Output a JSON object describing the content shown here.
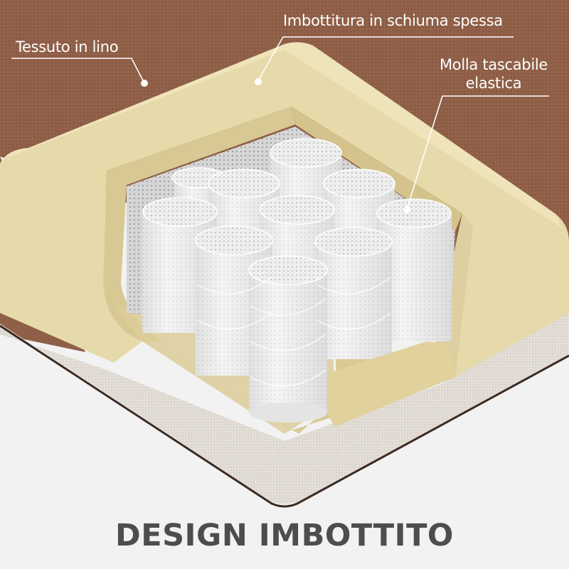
{
  "illustration": {
    "subject": "mattress-cross-section",
    "colors": {
      "fabric": "#8f5f47",
      "foam": "#e6d9aa",
      "foam_shadow": "#d8c894",
      "springs": "#ececec",
      "base_fabric": "#e2ddd6",
      "base_edge": "#3b2a22",
      "background": "#f2f2f2",
      "title": "#4d4d4d",
      "callout": "#ffffff"
    },
    "spring_grid": {
      "rows": 4,
      "visible_coils": 12
    }
  },
  "callouts": [
    {
      "id": "tessuto",
      "label": "Tessuto in lino"
    },
    {
      "id": "imbottitura",
      "label": "Imbottitura in schiuma spessa"
    },
    {
      "id": "molla",
      "label_line1": "Molla tascabile",
      "label_line2": "elastica"
    }
  ],
  "footer": {
    "title": "DESIGN IMBOTTITO"
  }
}
